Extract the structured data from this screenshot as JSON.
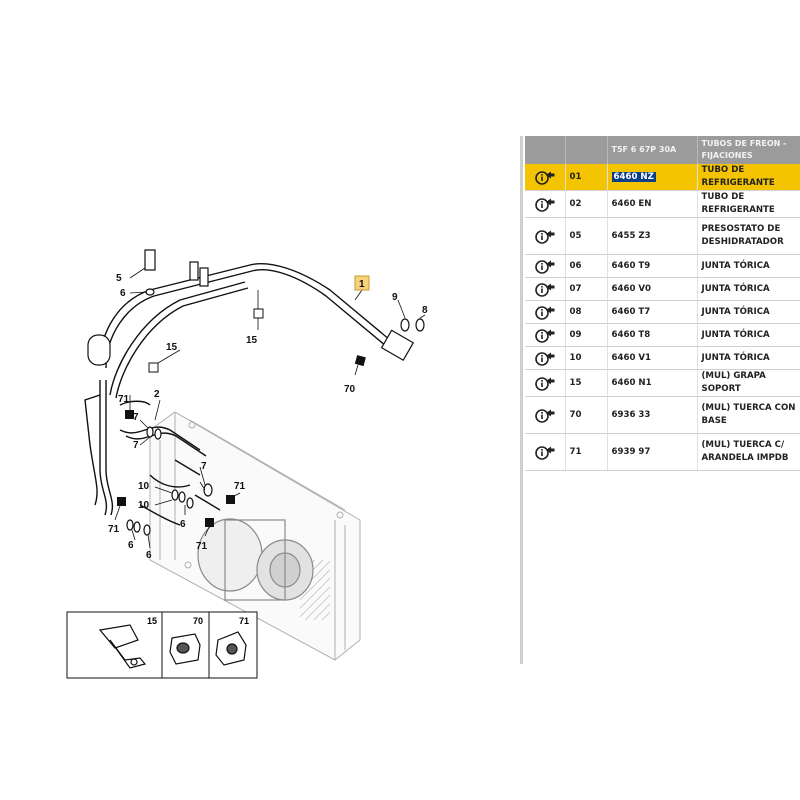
{
  "diagram": {
    "callouts": {
      "c1": "1",
      "c2": "2",
      "c5": "5",
      "c6a": "6",
      "c6b": "6",
      "c6c": "6",
      "c7a": "7",
      "c7b": "7",
      "c7c": "7",
      "c8": "8",
      "c9": "9",
      "c10a": "10",
      "c10b": "10",
      "c15a": "15",
      "c15b": "15",
      "c70": "70",
      "c71a": "71",
      "c71b": "71",
      "c71c": "71"
    },
    "legend": {
      "l15": "15",
      "l70": "70",
      "l71": "71"
    }
  },
  "table": {
    "header": {
      "col1": "",
      "col2": "",
      "col3": "T5F 6 67P 30A",
      "col4": "TUBOS DE FREON - FIJACIONES"
    },
    "rows": [
      {
        "ref": "01",
        "code": "6460 NZ",
        "desc": "TUBO DE REFRIGERANTE",
        "selected": true
      },
      {
        "ref": "02",
        "code": "6460 EN",
        "desc": "TUBO DE REFRIGERANTE"
      },
      {
        "ref": "05",
        "code": "6455 Z3",
        "desc": "PRESOSTATO DE DESHIDRATADOR"
      },
      {
        "ref": "06",
        "code": "6460 T9",
        "desc": "JUNTA TÓRICA"
      },
      {
        "ref": "07",
        "code": "6460 V0",
        "desc": "JUNTA TÓRICA"
      },
      {
        "ref": "08",
        "code": "6460 T7",
        "desc": "JUNTA TÓRICA"
      },
      {
        "ref": "09",
        "code": "6460 T8",
        "desc": "JUNTA TÓRICA"
      },
      {
        "ref": "10",
        "code": "6460 V1",
        "desc": "JUNTA TÓRICA"
      },
      {
        "ref": "15",
        "code": "6460 N1",
        "desc": "(MUL) GRAPA SOPORT"
      },
      {
        "ref": "70",
        "code": "6936 33",
        "desc": "(MUL) TUERCA CON BASE"
      },
      {
        "ref": "71",
        "code": "6939 97",
        "desc": "(MUL) TUERCA C/ ARANDELA IMPDB"
      }
    ]
  },
  "colors": {
    "selected_row": "#f4c400",
    "header_bg": "#9b9b9b",
    "code_highlight": "#0b3f8a"
  },
  "icons": {
    "row_icon": "info-arrow-icon"
  }
}
